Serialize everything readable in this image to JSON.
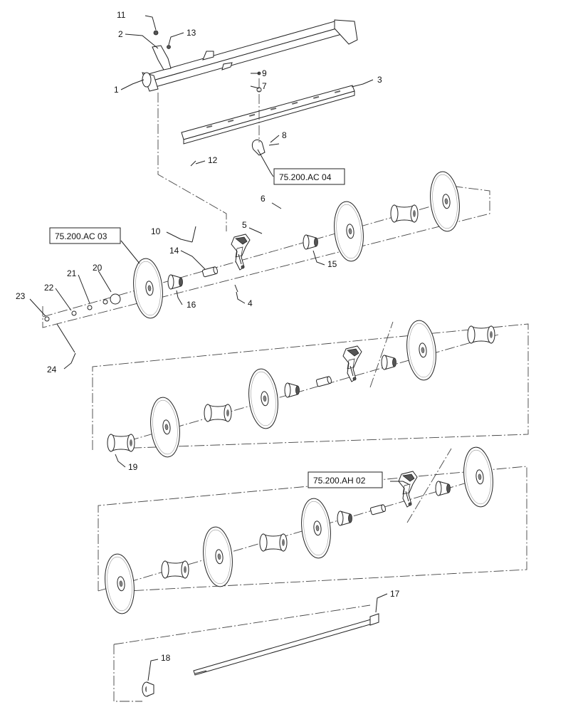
{
  "callouts": [
    "1",
    "2",
    "3",
    "4",
    "5",
    "6",
    "7",
    "8",
    "9",
    "10",
    "11",
    "12",
    "13",
    "14",
    "15",
    "16",
    "17",
    "18",
    "19",
    "20",
    "21",
    "22",
    "23",
    "24"
  ],
  "references": [
    "75.200.AC 04",
    "75.200.AC 03",
    "75.200.AH 02"
  ]
}
